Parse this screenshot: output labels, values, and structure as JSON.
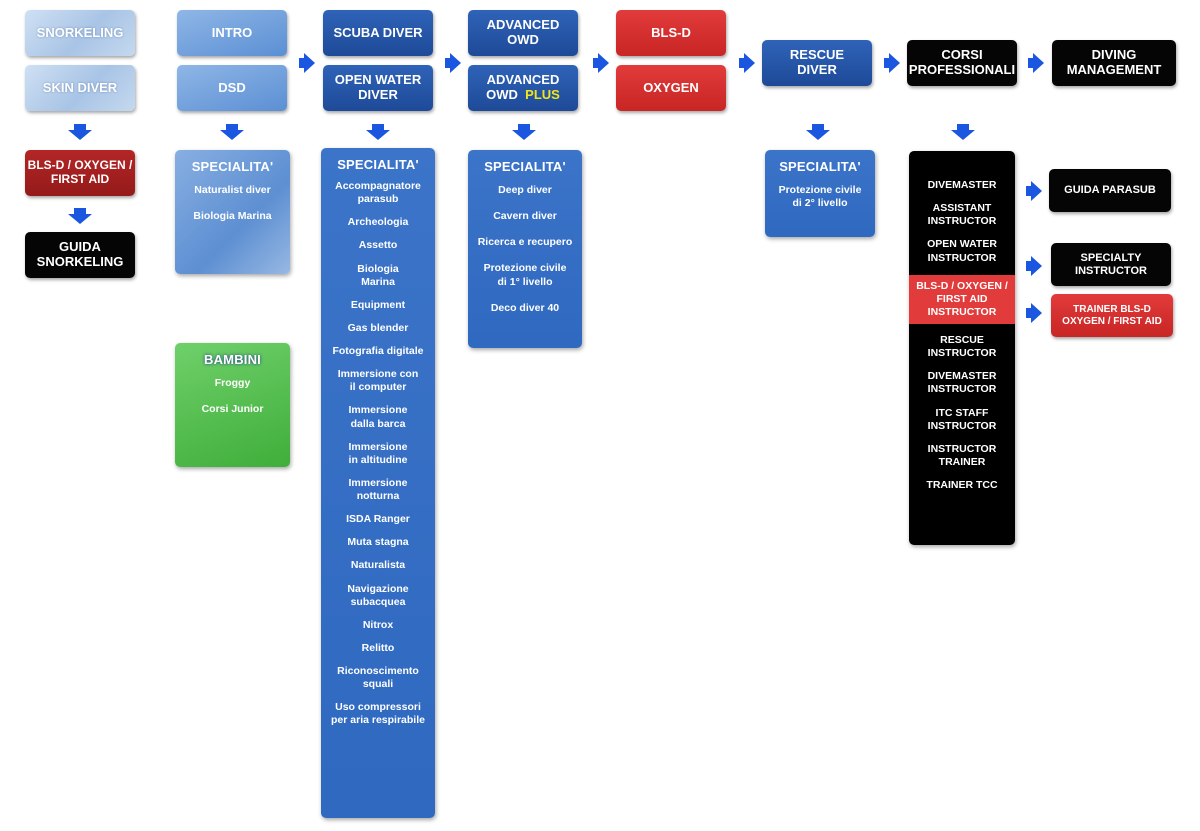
{
  "col1": {
    "snorkeling": "SNORKELING",
    "skin_diver": "SKIN DIVER",
    "bls": [
      "BLS-D / OXYGEN /",
      "FIRST AID"
    ],
    "guida": [
      "GUIDA",
      "SNORKELING"
    ]
  },
  "col2": {
    "intro": "INTRO",
    "dsd": "DSD",
    "spec_title": "SPECIALITA'",
    "spec_items": [
      "Naturalist diver",
      "Biologia Marina"
    ],
    "bambini_title": "BAMBINI",
    "bambini_items": [
      "Froggy",
      "Corsi Junior"
    ]
  },
  "col3": {
    "scuba": "SCUBA DIVER",
    "owd": [
      "OPEN WATER",
      "DIVER"
    ],
    "spec_title": "SPECIALITA'",
    "spec_items": [
      "Accompagnatore\nparasub",
      "Archeologia",
      "Assetto",
      "Biologia\nMarina",
      "Equipment",
      "Gas blender",
      "Fotografia digitale",
      "Immersione con\nil computer",
      "Immersione\ndalla barca",
      "Immersione\nin altitudine",
      "Immersione\nnotturna",
      "ISDA Ranger",
      "Muta stagna",
      "Naturalista",
      "Navigazione\nsubacquea",
      "Nitrox",
      "Relitto",
      "Riconoscimento\nsquali",
      "Uso compressori\nper aria respirabile"
    ]
  },
  "col4": {
    "adv": [
      "ADVANCED",
      "OWD"
    ],
    "adv_plus": [
      "ADVANCED",
      "OWD",
      "PLUS"
    ],
    "spec_title": "SPECIALITA'",
    "spec_items": [
      "Deep diver",
      "Cavern diver",
      "Ricerca e recupero",
      "Protezione civile\ndi 1° livello",
      "Deco diver 40"
    ]
  },
  "col5": {
    "blsd": "BLS-D",
    "oxygen": "OXYGEN"
  },
  "col6": {
    "rescue": [
      "RESCUE",
      "DIVER"
    ],
    "spec_title": "SPECIALITA'",
    "spec_items": [
      "Protezione civile\ndi 2° livello"
    ]
  },
  "col7": {
    "corsi": [
      "CORSI",
      "PROFESSIONALI"
    ],
    "prof_items": [
      "DIVEMASTER",
      "ASSISTANT\nINSTRUCTOR",
      "OPEN WATER\nINSTRUCTOR",
      "BLS-D / OXYGEN /\nFIRST AID\nINSTRUCTOR",
      "RESCUE\nINSTRUCTOR",
      "DIVEMASTER\nINSTRUCTOR",
      "ITC STAFF\nINSTRUCTOR",
      "INSTRUCTOR\nTRAINER",
      "TRAINER TCC"
    ]
  },
  "col8": {
    "diving": [
      "DIVING",
      "MANAGEMENT"
    ],
    "guida_parasub": "GUIDA PARASUB",
    "specialty": [
      "SPECIALTY",
      "INSTRUCTOR"
    ],
    "trainer_bls": [
      "TRAINER BLS-D",
      "OXYGEN / FIRST AID"
    ]
  },
  "colors": {
    "arrow": "#1a56e0",
    "dark_blue": "#1e4a98",
    "red": "#e23b3b",
    "green": "#3fae3a",
    "plus_yellow": "#f2e61a"
  }
}
